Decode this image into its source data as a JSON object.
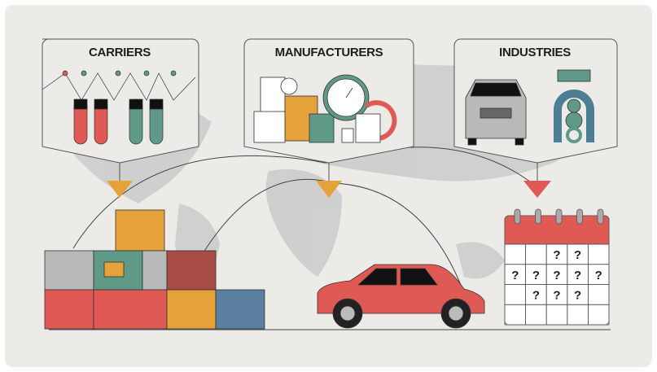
{
  "cards": [
    {
      "title": "CARRIERS",
      "accent": "#e5a23a"
    },
    {
      "title": "MANUFACTURERS",
      "accent": "#e5a23a"
    },
    {
      "title": "INDUSTRIES",
      "accent": "#e05a55"
    }
  ],
  "calendar": {
    "mark": "?",
    "grid": [
      [
        0,
        0,
        1,
        1,
        0
      ],
      [
        1,
        1,
        1,
        1,
        1
      ],
      [
        0,
        1,
        1,
        1,
        0
      ],
      [
        0,
        0,
        0,
        0,
        0
      ]
    ],
    "header_color": "#e05a55"
  },
  "colors": {
    "red": "#e05a55",
    "teal": "#5f9a88",
    "orange": "#e5a23a",
    "gray": "#b9b9b9",
    "blue": "#5b7fa0",
    "map": "#c9c9c9"
  }
}
